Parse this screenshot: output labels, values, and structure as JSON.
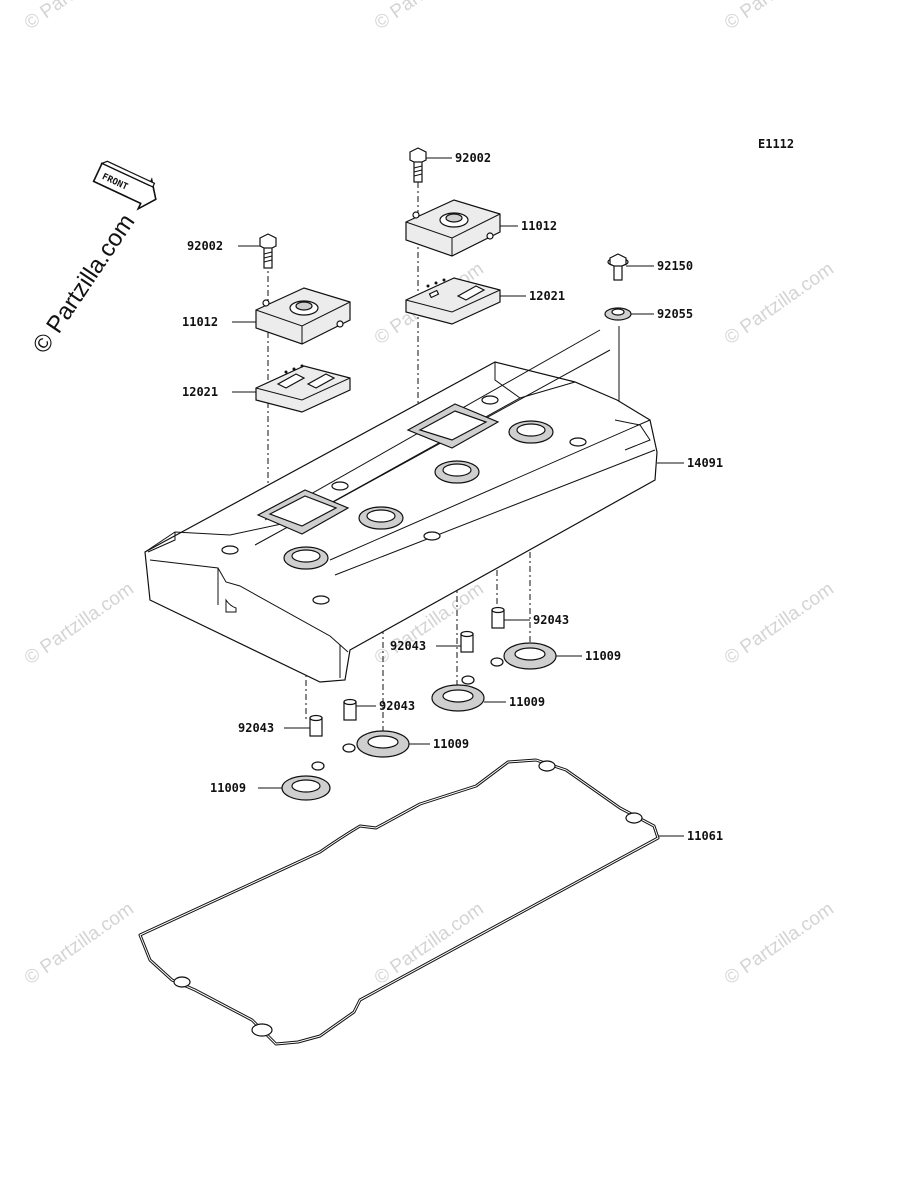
{
  "diagram_code": "E1112",
  "watermark_text": "© Partzilla.com",
  "front_arrow_label": "FRONT",
  "labels": {
    "bolt_right": "92002",
    "cap_right": "11012",
    "gasket_plate_right": "12021",
    "bolt_left": "92002",
    "cap_left": "11012",
    "gasket_plate_left": "12021",
    "bolt_92150": "92150",
    "washer_92055": "92055",
    "cover_14091": "14091",
    "dowel_a": "92043",
    "seal_a": "11009",
    "dowel_b": "92043",
    "seal_b": "11009",
    "dowel_c": "92043",
    "seal_c": "11009",
    "dowel_d": "92043",
    "seal_d": "11009",
    "gasket_11061": "11061"
  },
  "colors": {
    "line": "#111111",
    "watermark": "#d4d4d4",
    "background": "#ffffff"
  }
}
